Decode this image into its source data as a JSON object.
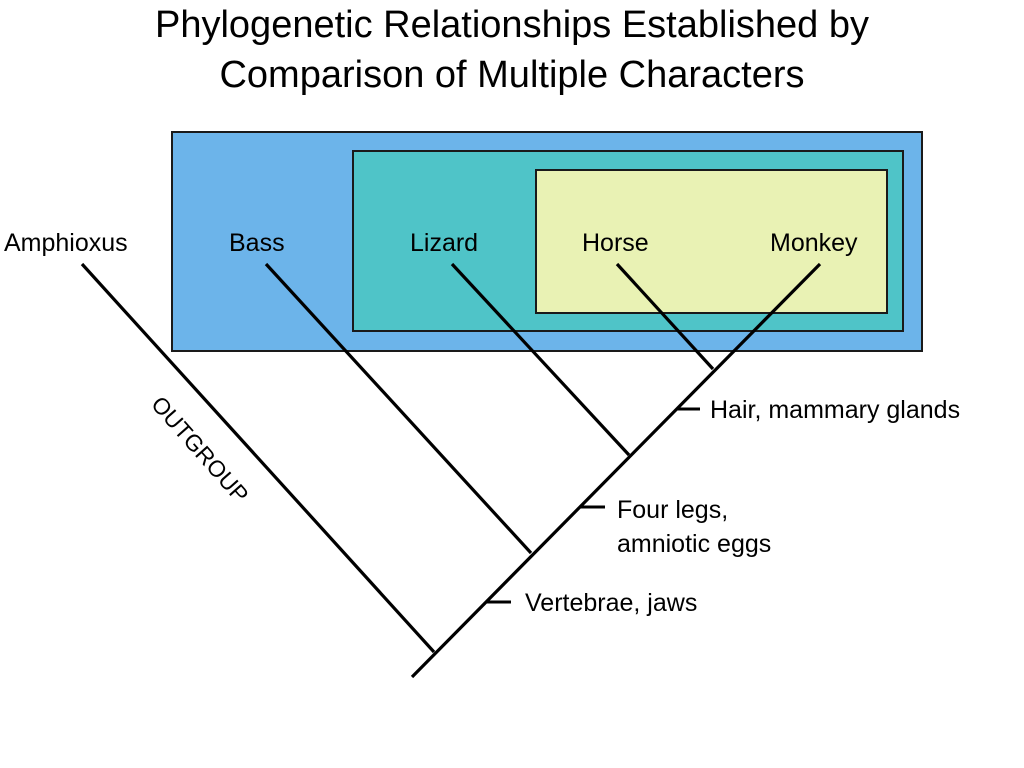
{
  "title": {
    "line1": "Phylogenetic Relationships Established by",
    "line2": "Comparison of Multiple Characters"
  },
  "taxa": {
    "amphioxus": "Amphioxus",
    "bass": "Bass",
    "lizard": "Lizard",
    "horse": "Horse",
    "monkey": "Monkey"
  },
  "outgroup_label": "OUTGROUP",
  "traits": {
    "hair": "Hair, mammary glands",
    "four_legs_line1": "Four legs,",
    "four_legs_line2": "amniotic eggs",
    "vertebrae": "Vertebrae, jaws"
  },
  "colors": {
    "vertebrates_box": "#6cb4ea",
    "tetrapods_box": "#4fc4c8",
    "mammals_box": "#e9f2b4",
    "border": "#1a1a1a"
  }
}
